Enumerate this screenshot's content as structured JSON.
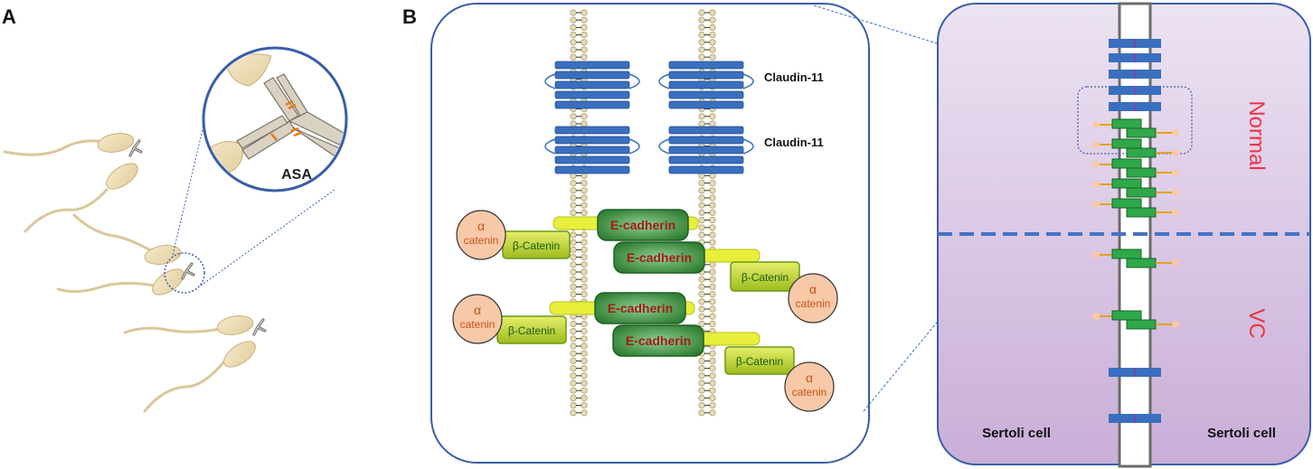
{
  "panels": {
    "a_label": "A",
    "b_label": "B"
  },
  "panel_a": {
    "antibody_label": "ASA"
  },
  "panel_b": {
    "claudin_labels": [
      "Claudin-11",
      "Claudin-11"
    ],
    "cadherin_labels": [
      "E-cadherin",
      "E-cadherin",
      "E-cadherin",
      "E-cadherin"
    ],
    "beta_catenin_labels": [
      "β-Catenin",
      "β-Catenin",
      "β-Catenin",
      "β-Catenin"
    ],
    "alpha_catenin_labels": [
      {
        "symbol": "α",
        "word": "catenin"
      },
      {
        "symbol": "α",
        "word": "catenin"
      },
      {
        "symbol": "α",
        "word": "catenin"
      },
      {
        "symbol": "α",
        "word": "catenin"
      }
    ]
  },
  "panel_c": {
    "normal_label": "Normal",
    "vc_label": "VC",
    "left_cell_label": "Sertoli cell",
    "right_cell_label": "Sertoli cell"
  },
  "colors": {
    "claudin_blue": "#3a6fbf",
    "cadherin_green": "#2f8f3a",
    "catenin_yellow": "#c8d400",
    "alpha_peach": "#f7c9a8",
    "region_label_red": "#ee3344",
    "cell_purple": "#d7c4e4",
    "divider_blue": "#4472c4",
    "lipid_tan": "#d6cba4"
  }
}
